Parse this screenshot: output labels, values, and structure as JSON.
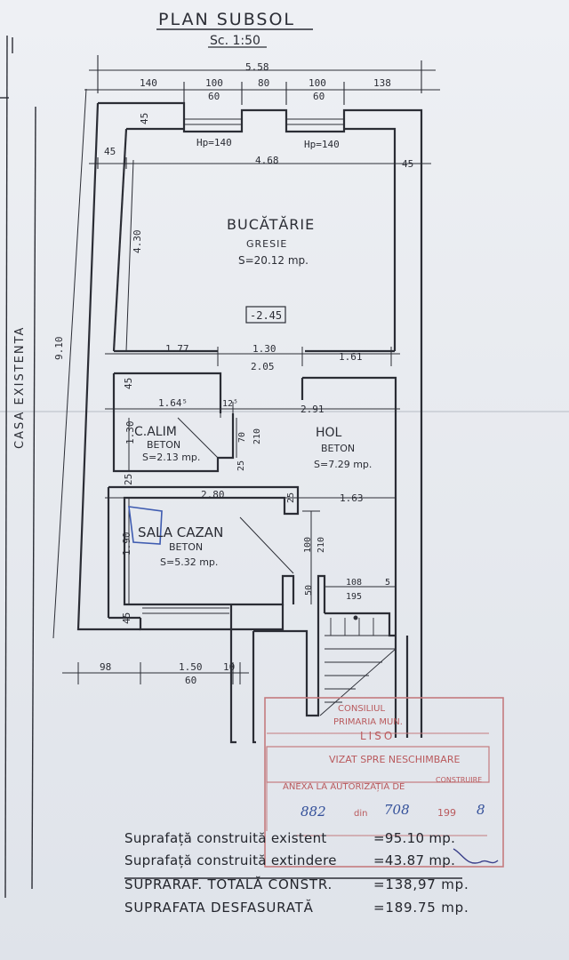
{
  "title": "PLAN SUBSOL",
  "scale": "Sc. 1:50",
  "side_label": "CASA EXISTENTA",
  "top_dims": {
    "overall": "5.58",
    "segments": [
      "140",
      "100",
      "80",
      "100",
      "138"
    ],
    "window_sizes": [
      "60",
      "60"
    ],
    "sill_left": "Hp=140",
    "sill_right": "Hp=140",
    "wall_left": "45",
    "interior": "4.68",
    "wall_right": "45",
    "wall_top": "45"
  },
  "left_dims": {
    "height_total": "9.10",
    "kitchen_height": "4.30",
    "storage_height": "1.30",
    "boiler_height": "1.90",
    "bottom_wall": "45",
    "mid_wall": "45",
    "mid_wall_2": "25"
  },
  "mid_dims": [
    "1.77",
    "1.30",
    "2.05",
    "1.61"
  ],
  "rooms": [
    {
      "name": "BUCĂTĂRIE",
      "finish": "GRESIE",
      "area": "S=20.12 mp."
    },
    {
      "name": "C.ALIM",
      "finish": "BETON",
      "area": "S=2.13 mp."
    },
    {
      "name": "HOL",
      "finish": "BETON",
      "area": "S=7.29 mp."
    },
    {
      "name": "SALA CAZAN",
      "finish": "BETON",
      "area": "S=5.32 mp."
    }
  ],
  "level_mark": "-2.45",
  "inner_dims": {
    "calim_width": "1.64⁵",
    "small_wall": "12⁵",
    "hol_width": "2.91",
    "door_70": "70",
    "door_210": "210",
    "wall_25a": "25",
    "sala_width": "2.80",
    "wall_25b": "25",
    "hol_lower": "1.63",
    "door_100": "100",
    "door_210b": "210",
    "stair_50": "50",
    "stair_108": "108",
    "stair_195": "195",
    "stair_5": "5"
  },
  "bottom_dims": [
    "98",
    "1.50",
    "10",
    "60"
  ],
  "stamp": {
    "line1": "CONSILIUL",
    "line2": "PRIMARIA MUN.",
    "line3": "LISO",
    "line4": "VIZAT SPRE NESCHIMBARE",
    "line5": "ANEXA LA AUTORIZAȚIA DE",
    "line6": "CONSTRUIRE",
    "nr": "882",
    "din": "din",
    "date": "708",
    "year": "199",
    "year_end": "8"
  },
  "summary": [
    {
      "label": "Suprafață construită existent",
      "value": "=95.10 mp."
    },
    {
      "label": "Suprafață construită extindere",
      "value": "=43.87 mp."
    },
    {
      "label": "SUPRARAF. TOTALĂ CONSTR.",
      "value": "=138,97 mp."
    },
    {
      "label": "SUPRAFATA DESFASURATĂ",
      "value": "=189.75 mp."
    }
  ]
}
